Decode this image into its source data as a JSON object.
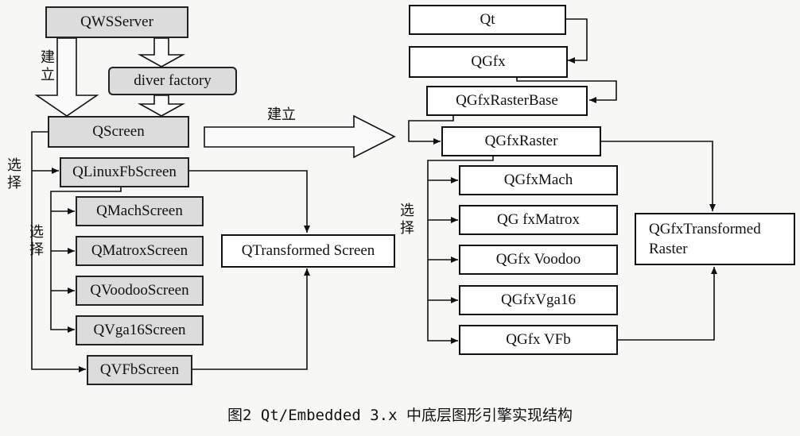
{
  "left": {
    "qwsserver": "QWSServer",
    "driver_factory": "diver factory",
    "qscreen": "QScreen",
    "qlinuxfbscreen": "QLinuxFbScreen",
    "qmachscreen": "QMachScreen",
    "qmatroxscreen": "QMatroxScreen",
    "qvoodooscreen": "QVoodooScreen",
    "qvga16screen": "QVga16Screen",
    "qvfbscreen": "QVFbScreen",
    "qtransformedscreen": "QTransformed Screen"
  },
  "right": {
    "qt": "Qt",
    "qgfx": "QGfx",
    "qgfxrasterbase": "QGfxRasterBase",
    "qgfxraster": "QGfxRaster",
    "qgfxmach": "QGfxMach",
    "qgfxmatrox": "QG fxMatrox",
    "qgfxvoodoo": "QGfx Voodoo",
    "qgfxvga16": "QGfxVga16",
    "qgfxvfb": "QGfx VFb",
    "qgfxtransformed_line1": "QGfxTransformed",
    "qgfxtransformed_line2": "Raster"
  },
  "labels": {
    "create_left": "建立",
    "create_middle": "建立",
    "select_outer": "选择",
    "select_inner": "选择",
    "select_right": "选择"
  },
  "caption": "图2  Qt/Embedded 3.x 中底层图形引擎实现结构"
}
